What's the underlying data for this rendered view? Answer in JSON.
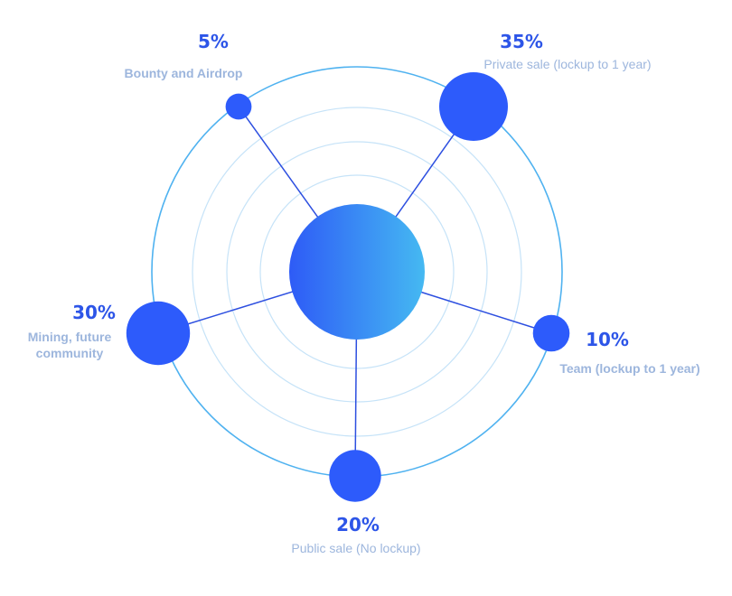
{
  "chart_data": {
    "type": "pie",
    "title": "",
    "style": "radial-bubble",
    "slices": [
      {
        "label": "Private sale (lockup to 1 year)",
        "value": 35,
        "value_text": "35%"
      },
      {
        "label": "Team (lockup to 1 year)",
        "value": 10,
        "value_text": "10%"
      },
      {
        "label": "Public sale (No lockup)",
        "value": 20,
        "value_text": "20%"
      },
      {
        "label": "Mining, future community",
        "value": 30,
        "value_text": "30%"
      },
      {
        "label": "Bounty and Airdrop",
        "value": 5,
        "value_text": "5%"
      }
    ]
  },
  "colors": {
    "bubble": "#2d5bfb",
    "connector": "#2d4fe0",
    "outer_ring": "#4fb2f0",
    "inner_rings": "#c6e3f8",
    "center_start": "#2e5bf6",
    "center_end": "#45b9f2",
    "percent_text": "#2d55e8",
    "label_text": "#9db6dd"
  }
}
